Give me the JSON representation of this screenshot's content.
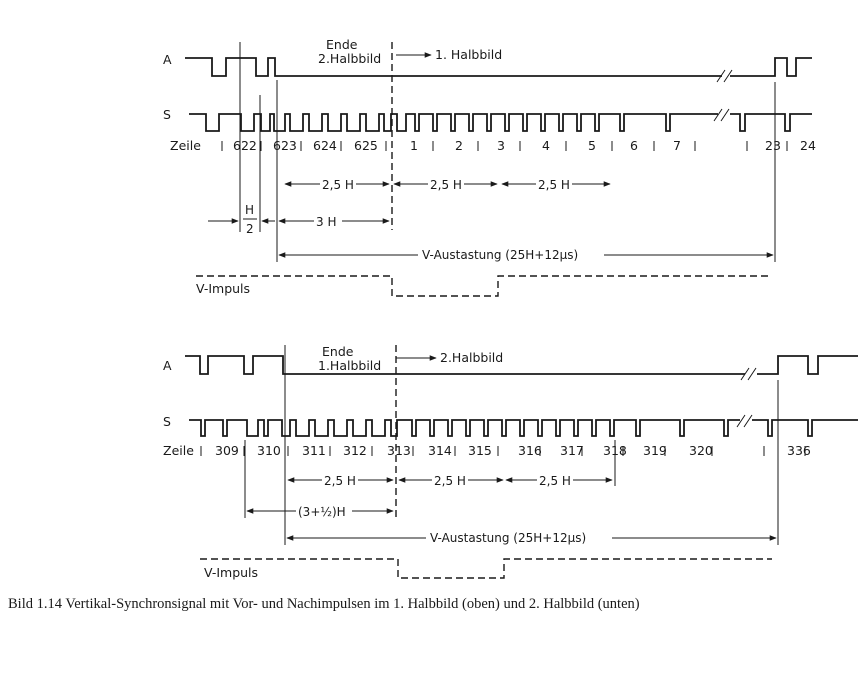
{
  "panels": [
    {
      "a_label": "A",
      "s_label": "S",
      "zeile_label": "Zeile",
      "ende_line1": "Ende",
      "ende_line2": "2.Halbbild",
      "next_field": "1. Halbbild",
      "line_numbers": [
        "622",
        "623",
        "624",
        "625",
        "1",
        "2",
        "3",
        "4",
        "5",
        "6",
        "7",
        "23",
        "24"
      ],
      "dim_25h": [
        "2,5 H",
        "2,5 H",
        "2,5 H"
      ],
      "dim_half_num": "H",
      "dim_half_den": "2",
      "dim_3h": "3 H",
      "blanking": "V-Austastung (25H+12µs)",
      "v_impuls": "V-Impuls"
    },
    {
      "a_label": "A",
      "s_label": "S",
      "zeile_label": "Zeile",
      "ende_line1": "Ende",
      "ende_line2": "1.Halbbild",
      "next_field": "2.Halbbild",
      "line_numbers": [
        "309",
        "310",
        "311",
        "312",
        "313",
        "314",
        "315",
        "316",
        "317",
        "318",
        "319",
        "320",
        "336"
      ],
      "dim_25h": [
        "2,5 H",
        "2,5 H",
        "2,5 H"
      ],
      "dim_35h": "(3+½)H",
      "blanking": "V-Austastung (25H+12µs)",
      "v_impuls": "V-Impuls"
    }
  ],
  "caption": "Bild 1.14   Vertikal-Synchronsignal mit Vor- und Nachimpulsen im 1. Halbbild (oben) und 2. Halbbild (unten)"
}
